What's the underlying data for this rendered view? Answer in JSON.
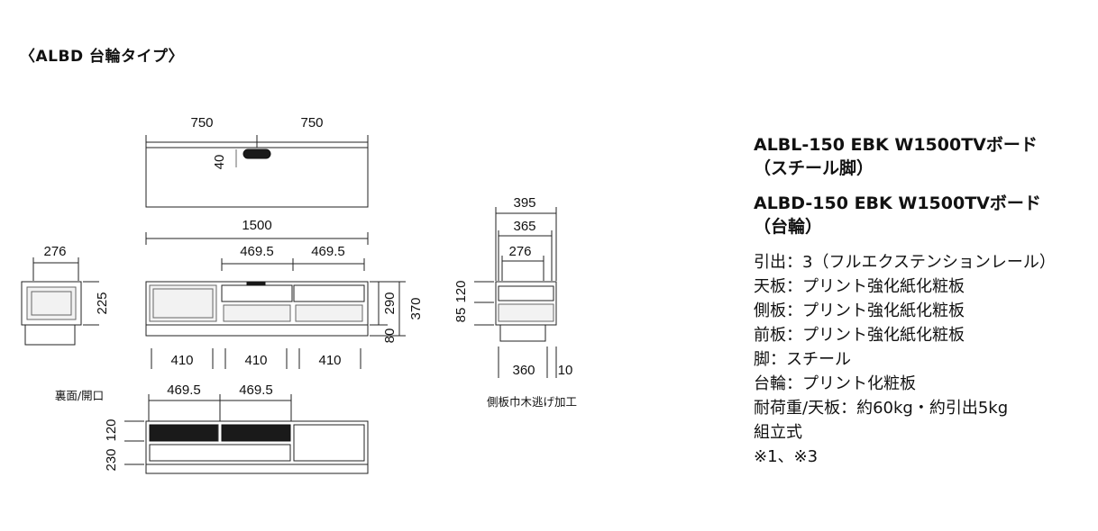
{
  "title": "〈ALBD 台輪タイプ〉",
  "views": {
    "top": {
      "dims": [
        "750",
        "750",
        "40"
      ]
    },
    "front": {
      "width": "1500",
      "drawers": [
        "469.5",
        "469.5"
      ],
      "bottoms": [
        "410",
        "410",
        "410"
      ],
      "heights": [
        "290",
        "370",
        "80"
      ]
    },
    "left": {
      "width": "276",
      "height": "225"
    },
    "side": {
      "dims": [
        "395",
        "365",
        "276"
      ],
      "heights": [
        "85",
        "120"
      ],
      "bottom": [
        "360",
        "10"
      ],
      "caption": "側板巾木逃げ加工"
    },
    "back": {
      "caption": "裏面/開口",
      "drawers": [
        "469.5",
        "469.5"
      ],
      "heights": [
        "230",
        "120"
      ]
    }
  },
  "specs": {
    "model_1": "ALBL-150  EBK  W1500TVボード",
    "model_1_sub": "（スチール脚）",
    "model_2": "ALBD-150  EBK  W1500TVボード",
    "model_2_sub": "（台輪）",
    "lines": [
      "引出：3（フルエクステンションレール）",
      "天板：プリント強化紙化粧板",
      "側板：プリント強化紙化粧板",
      "前板：プリント強化紙化粧板",
      "脚：スチール",
      "台輪：プリント化粧板",
      "耐荷重/天板：約60kg・約引出5kg",
      "組立式",
      "※1、※3"
    ]
  }
}
